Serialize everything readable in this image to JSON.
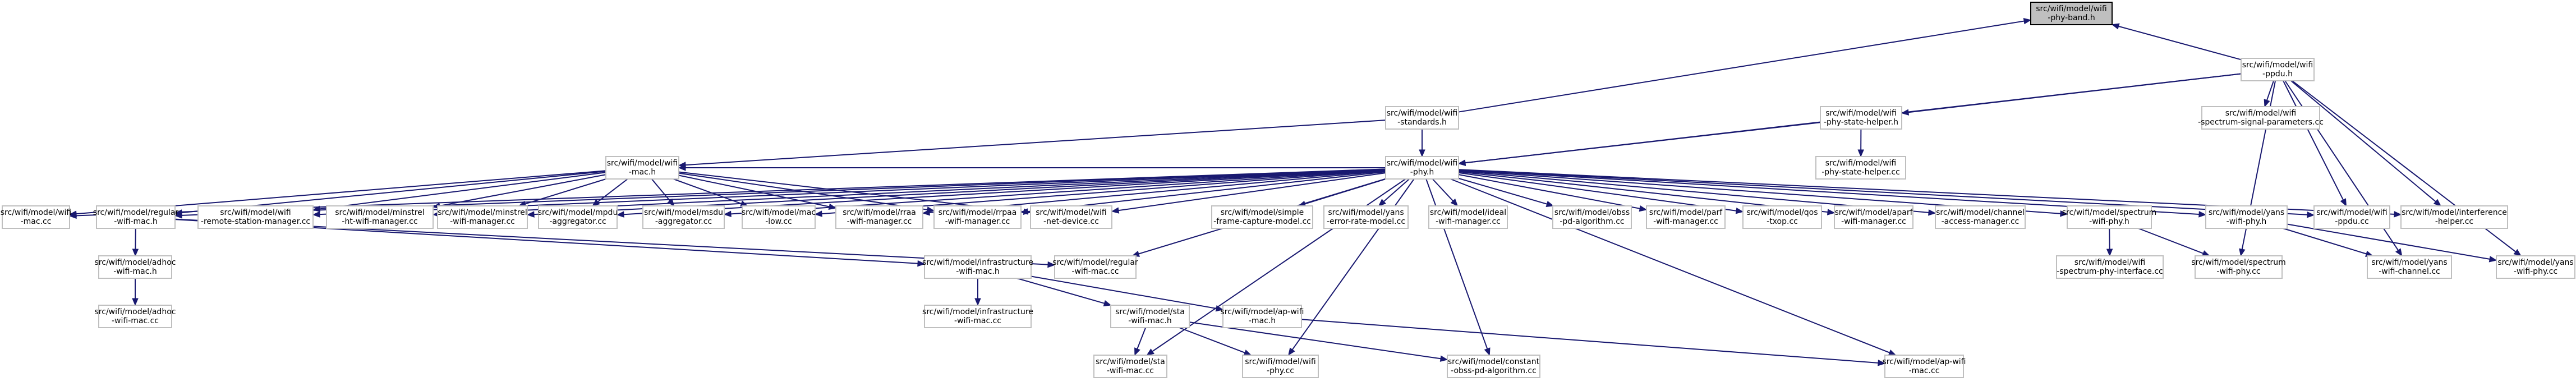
{
  "graph": {
    "root": "n0",
    "nodes": [
      {
        "id": "n0",
        "lines": [
          "src/wifi/model/wifi",
          "-phy-band.h"
        ]
      },
      {
        "id": "n1",
        "lines": [
          "src/wifi/model/wifi",
          "-ppdu.h"
        ]
      },
      {
        "id": "n2",
        "lines": [
          "src/wifi/model/wifi",
          "-standards.h"
        ]
      },
      {
        "id": "n3",
        "lines": [
          "src/wifi/model/wifi",
          "-phy-state-helper.h"
        ]
      },
      {
        "id": "n4",
        "lines": [
          "src/wifi/model/wifi",
          "-spectrum-signal-parameters.cc"
        ]
      },
      {
        "id": "n5",
        "lines": [
          "src/wifi/model/wifi",
          "-mac.h"
        ]
      },
      {
        "id": "n6",
        "lines": [
          "src/wifi/model/wifi",
          "-phy.h"
        ]
      },
      {
        "id": "n7",
        "lines": [
          "src/wifi/model/wifi",
          "-phy-state-helper.cc"
        ]
      },
      {
        "id": "n8",
        "lines": [
          "src/wifi/model/wifi",
          "-mac.cc"
        ]
      },
      {
        "id": "n9",
        "lines": [
          "src/wifi/model/regular",
          "-wifi-mac.h"
        ]
      },
      {
        "id": "n10",
        "lines": [
          "src/wifi/model/wifi",
          "-remote-station-manager.cc"
        ]
      },
      {
        "id": "n11",
        "lines": [
          "src/wifi/model/minstrel",
          "-ht-wifi-manager.cc"
        ]
      },
      {
        "id": "n12",
        "lines": [
          "src/wifi/model/minstrel",
          "-wifi-manager.cc"
        ]
      },
      {
        "id": "n13",
        "lines": [
          "src/wifi/model/mpdu",
          "-aggregator.cc"
        ]
      },
      {
        "id": "n14",
        "lines": [
          "src/wifi/model/msdu",
          "-aggregator.cc"
        ]
      },
      {
        "id": "n15",
        "lines": [
          "src/wifi/model/mac",
          "-low.cc"
        ]
      },
      {
        "id": "n16",
        "lines": [
          "src/wifi/model/rraa",
          "-wifi-manager.cc"
        ]
      },
      {
        "id": "n17",
        "lines": [
          "src/wifi/model/rrpaa",
          "-wifi-manager.cc"
        ]
      },
      {
        "id": "n18",
        "lines": [
          "src/wifi/model/wifi",
          "-net-device.cc"
        ]
      },
      {
        "id": "n19",
        "lines": [
          "src/wifi/model/simple",
          "-frame-capture-model.cc"
        ]
      },
      {
        "id": "n20",
        "lines": [
          "src/wifi/model/yans",
          "-error-rate-model.cc"
        ]
      },
      {
        "id": "n21",
        "lines": [
          "src/wifi/model/ideal",
          "-wifi-manager.cc"
        ]
      },
      {
        "id": "n22",
        "lines": [
          "src/wifi/model/obss",
          "-pd-algorithm.cc"
        ]
      },
      {
        "id": "n23",
        "lines": [
          "src/wifi/model/parf",
          "-wifi-manager.cc"
        ]
      },
      {
        "id": "n24",
        "lines": [
          "src/wifi/model/qos",
          "-txop.cc"
        ]
      },
      {
        "id": "n25",
        "lines": [
          "src/wifi/model/aparf",
          "-wifi-manager.cc"
        ]
      },
      {
        "id": "n26",
        "lines": [
          "src/wifi/model/channel",
          "-access-manager.cc"
        ]
      },
      {
        "id": "n27",
        "lines": [
          "src/wifi/model/spectrum",
          "-wifi-phy.h"
        ]
      },
      {
        "id": "n28",
        "lines": [
          "src/wifi/model/yans",
          "-wifi-phy.h"
        ]
      },
      {
        "id": "n29",
        "lines": [
          "src/wifi/model/wifi",
          "-ppdu.cc"
        ]
      },
      {
        "id": "n30",
        "lines": [
          "src/wifi/model/interference",
          "-helper.cc"
        ]
      },
      {
        "id": "n31",
        "lines": [
          "src/wifi/model/adhoc",
          "-wifi-mac.h"
        ]
      },
      {
        "id": "n32",
        "lines": [
          "src/wifi/model/regular",
          "-wifi-mac.cc"
        ]
      },
      {
        "id": "n33",
        "lines": [
          "src/wifi/model/infrastructure",
          "-wifi-mac.h"
        ]
      },
      {
        "id": "n34",
        "lines": [
          "src/wifi/model/wifi",
          "-spectrum-phy-interface.cc"
        ]
      },
      {
        "id": "n35",
        "lines": [
          "src/wifi/model/spectrum",
          "-wifi-phy.cc"
        ]
      },
      {
        "id": "n36",
        "lines": [
          "src/wifi/model/yans",
          "-wifi-channel.cc"
        ]
      },
      {
        "id": "n37",
        "lines": [
          "src/wifi/model/yans",
          "-wifi-phy.cc"
        ]
      },
      {
        "id": "n38",
        "lines": [
          "src/wifi/model/adhoc",
          "-wifi-mac.cc"
        ]
      },
      {
        "id": "n39",
        "lines": [
          "src/wifi/model/infrastructure",
          "-wifi-mac.cc"
        ]
      },
      {
        "id": "n40",
        "lines": [
          "src/wifi/model/sta",
          "-wifi-mac.h"
        ]
      },
      {
        "id": "n41",
        "lines": [
          "src/wifi/model/ap-wifi",
          "-mac.h"
        ]
      },
      {
        "id": "n42",
        "lines": [
          "src/wifi/model/sta",
          "-wifi-mac.cc"
        ]
      },
      {
        "id": "n43",
        "lines": [
          "src/wifi/model/wifi",
          "-phy.cc"
        ]
      },
      {
        "id": "n44",
        "lines": [
          "src/wifi/model/constant",
          "-obss-pd-algorithm.cc"
        ]
      },
      {
        "id": "n45",
        "lines": [
          "src/wifi/model/ap-wifi",
          "-mac.cc"
        ]
      }
    ],
    "edges": [
      [
        "n1",
        "n0"
      ],
      [
        "n2",
        "n0"
      ],
      [
        "n1",
        "n3"
      ],
      [
        "n1",
        "n4"
      ],
      [
        "n1",
        "n6"
      ],
      [
        "n1",
        "n29"
      ],
      [
        "n1",
        "n30"
      ],
      [
        "n1",
        "n35"
      ],
      [
        "n1",
        "n36"
      ],
      [
        "n1",
        "n37"
      ],
      [
        "n2",
        "n5"
      ],
      [
        "n2",
        "n6"
      ],
      [
        "n3",
        "n6"
      ],
      [
        "n3",
        "n7"
      ],
      [
        "n5",
        "n8"
      ],
      [
        "n5",
        "n9"
      ],
      [
        "n5",
        "n10"
      ],
      [
        "n5",
        "n11"
      ],
      [
        "n5",
        "n12"
      ],
      [
        "n5",
        "n13"
      ],
      [
        "n5",
        "n14"
      ],
      [
        "n5",
        "n15"
      ],
      [
        "n5",
        "n16"
      ],
      [
        "n5",
        "n17"
      ],
      [
        "n5",
        "n18"
      ],
      [
        "n6",
        "n5"
      ],
      [
        "n6",
        "n8"
      ],
      [
        "n6",
        "n9"
      ],
      [
        "n6",
        "n10"
      ],
      [
        "n6",
        "n11"
      ],
      [
        "n6",
        "n12"
      ],
      [
        "n6",
        "n13"
      ],
      [
        "n6",
        "n14"
      ],
      [
        "n6",
        "n15"
      ],
      [
        "n6",
        "n16"
      ],
      [
        "n6",
        "n17"
      ],
      [
        "n6",
        "n18"
      ],
      [
        "n6",
        "n19"
      ],
      [
        "n6",
        "n20"
      ],
      [
        "n6",
        "n21"
      ],
      [
        "n6",
        "n22"
      ],
      [
        "n6",
        "n23"
      ],
      [
        "n6",
        "n24"
      ],
      [
        "n6",
        "n25"
      ],
      [
        "n6",
        "n26"
      ],
      [
        "n6",
        "n27"
      ],
      [
        "n6",
        "n28"
      ],
      [
        "n6",
        "n29"
      ],
      [
        "n6",
        "n30"
      ],
      [
        "n6",
        "n32"
      ],
      [
        "n6",
        "n42"
      ],
      [
        "n6",
        "n43"
      ],
      [
        "n6",
        "n44"
      ],
      [
        "n6",
        "n45"
      ],
      [
        "n9",
        "n31"
      ],
      [
        "n9",
        "n32"
      ],
      [
        "n9",
        "n33"
      ],
      [
        "n31",
        "n38"
      ],
      [
        "n33",
        "n39"
      ],
      [
        "n33",
        "n40"
      ],
      [
        "n33",
        "n41"
      ],
      [
        "n40",
        "n42"
      ],
      [
        "n40",
        "n43"
      ],
      [
        "n40",
        "n44"
      ],
      [
        "n41",
        "n45"
      ],
      [
        "n27",
        "n34"
      ],
      [
        "n27",
        "n35"
      ],
      [
        "n28",
        "n36"
      ],
      [
        "n28",
        "n37"
      ]
    ]
  }
}
